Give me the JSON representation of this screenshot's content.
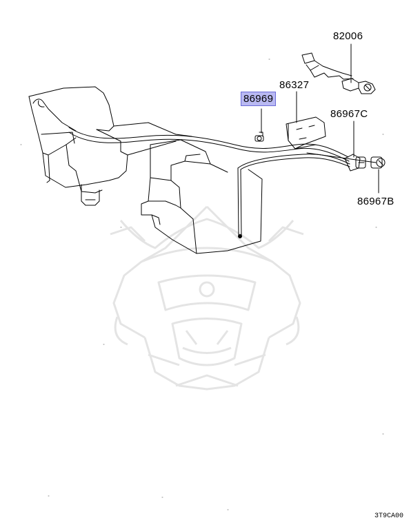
{
  "diagram": {
    "callouts": [
      {
        "id": "82006",
        "label": "82006",
        "highlighted": false
      },
      {
        "id": "86327",
        "label": "86327",
        "highlighted": false
      },
      {
        "id": "86969",
        "label": "86969",
        "highlighted": true
      },
      {
        "id": "86967C",
        "label": "86967C",
        "highlighted": false
      },
      {
        "id": "86967B",
        "label": "86967B",
        "highlighted": false
      }
    ],
    "diagram_code": "3T9CA00",
    "highlight_color": "#b9b9f2",
    "line_color": "#000000",
    "watermark_color": "#e6e6e6",
    "watermark": "samurai-helmet-logo"
  }
}
